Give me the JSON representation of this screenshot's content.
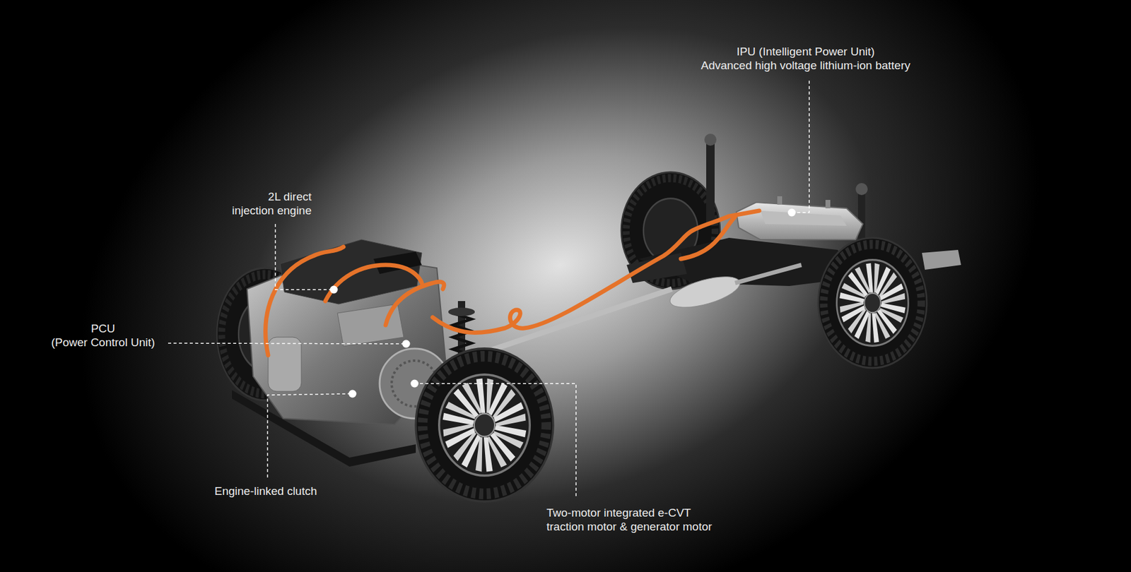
{
  "diagram": {
    "labels": [
      "IPU (Intelligent Power Unit)",
      "Advanced high voltage lithium-ion battery",
      "2L direct injection engine",
      "PCU",
      "(Power Control Unit)",
      "Engine-linked clutch",
      "Two-motor integrated e-CVT traction motor & generator motor"
    ]
  }
}
